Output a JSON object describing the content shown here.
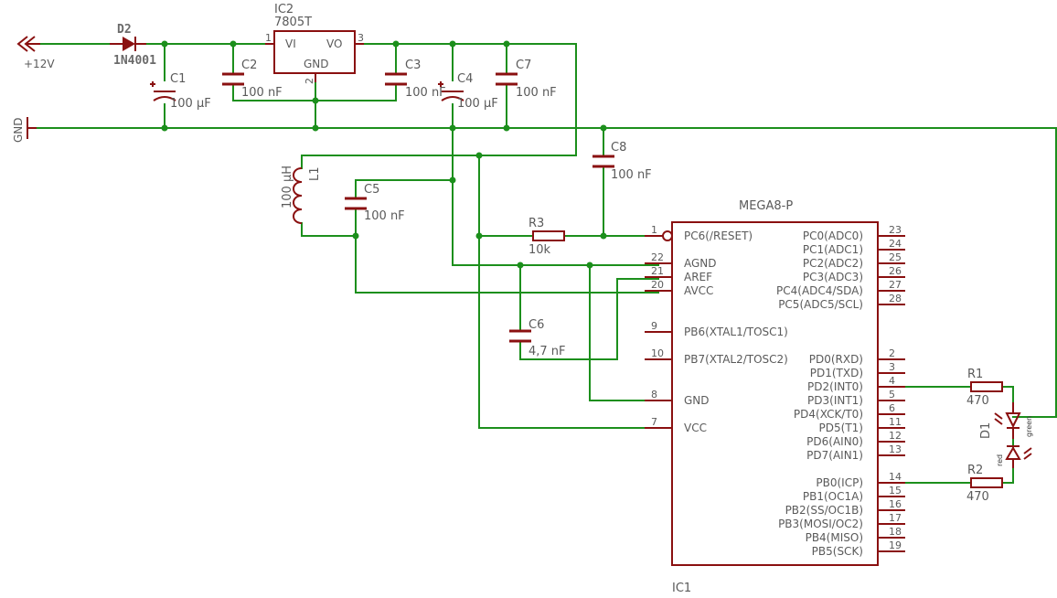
{
  "supply": {
    "label": "+12V",
    "gnd": "GND"
  },
  "d2": {
    "name": "D2",
    "value": "1N4001"
  },
  "ic2": {
    "name": "IC2",
    "type": "7805T",
    "vi": "VI",
    "vo": "VO",
    "gnd": "GND",
    "p1": "1",
    "p2": "2",
    "p3": "3"
  },
  "caps": {
    "c1": {
      "name": "C1",
      "value": "100 µF"
    },
    "c2": {
      "name": "C2",
      "value": "100 nF"
    },
    "c3": {
      "name": "C3",
      "value": "100 nF"
    },
    "c4": {
      "name": "C4",
      "value": "100 µF"
    },
    "c5": {
      "name": "C5",
      "value": "100 nF"
    },
    "c6": {
      "name": "C6",
      "value": "4,7 nF"
    },
    "c7": {
      "name": "C7",
      "value": "100 nF"
    },
    "c8": {
      "name": "C8",
      "value": "100 nF"
    }
  },
  "l1": {
    "name": "L1",
    "value": "100 µH"
  },
  "r3": {
    "name": "R3",
    "value": "10k"
  },
  "r1": {
    "name": "R1",
    "value": "470"
  },
  "r2": {
    "name": "R2",
    "value": "470"
  },
  "d1": {
    "name": "D1",
    "green": "green",
    "red": "red"
  },
  "mcu": {
    "type": "MEGA8-P",
    "ref": "IC1",
    "left_pins": [
      {
        "num": "1",
        "label": "PC6(/RESET)"
      },
      {
        "num": "22",
        "label": "AGND"
      },
      {
        "num": "21",
        "label": "AREF"
      },
      {
        "num": "20",
        "label": "AVCC"
      },
      {
        "num": "9",
        "label": "PB6(XTAL1/TOSC1)"
      },
      {
        "num": "10",
        "label": "PB7(XTAL2/TOSC2)"
      },
      {
        "num": "8",
        "label": "GND"
      },
      {
        "num": "7",
        "label": "VCC"
      }
    ],
    "right_pins": [
      {
        "num": "23",
        "label": "PC0(ADC0)"
      },
      {
        "num": "24",
        "label": "PC1(ADC1)"
      },
      {
        "num": "25",
        "label": "PC2(ADC2)"
      },
      {
        "num": "26",
        "label": "PC3(ADC3)"
      },
      {
        "num": "27",
        "label": "PC4(ADC4/SDA)"
      },
      {
        "num": "28",
        "label": "PC5(ADC5/SCL)"
      },
      {
        "num": "2",
        "label": "PD0(RXD)"
      },
      {
        "num": "3",
        "label": "PD1(TXD)"
      },
      {
        "num": "4",
        "label": "PD2(INT0)"
      },
      {
        "num": "5",
        "label": "PD3(INT1)"
      },
      {
        "num": "6",
        "label": "PD4(XCK/T0)"
      },
      {
        "num": "11",
        "label": "PD5(T1)"
      },
      {
        "num": "12",
        "label": "PD6(AIN0)"
      },
      {
        "num": "13",
        "label": "PD7(AIN1)"
      },
      {
        "num": "14",
        "label": "PB0(ICP)"
      },
      {
        "num": "15",
        "label": "PB1(OC1A)"
      },
      {
        "num": "16",
        "label": "PB2(SS/OC1B)"
      },
      {
        "num": "17",
        "label": "PB3(MOSI/OC2)"
      },
      {
        "num": "18",
        "label": "PB4(MISO)"
      },
      {
        "num": "19",
        "label": "PB5(SCK)"
      }
    ]
  },
  "colors": {
    "wire": "#1c8f1c",
    "component": "#8a1010",
    "text": "#5a5a5a"
  }
}
